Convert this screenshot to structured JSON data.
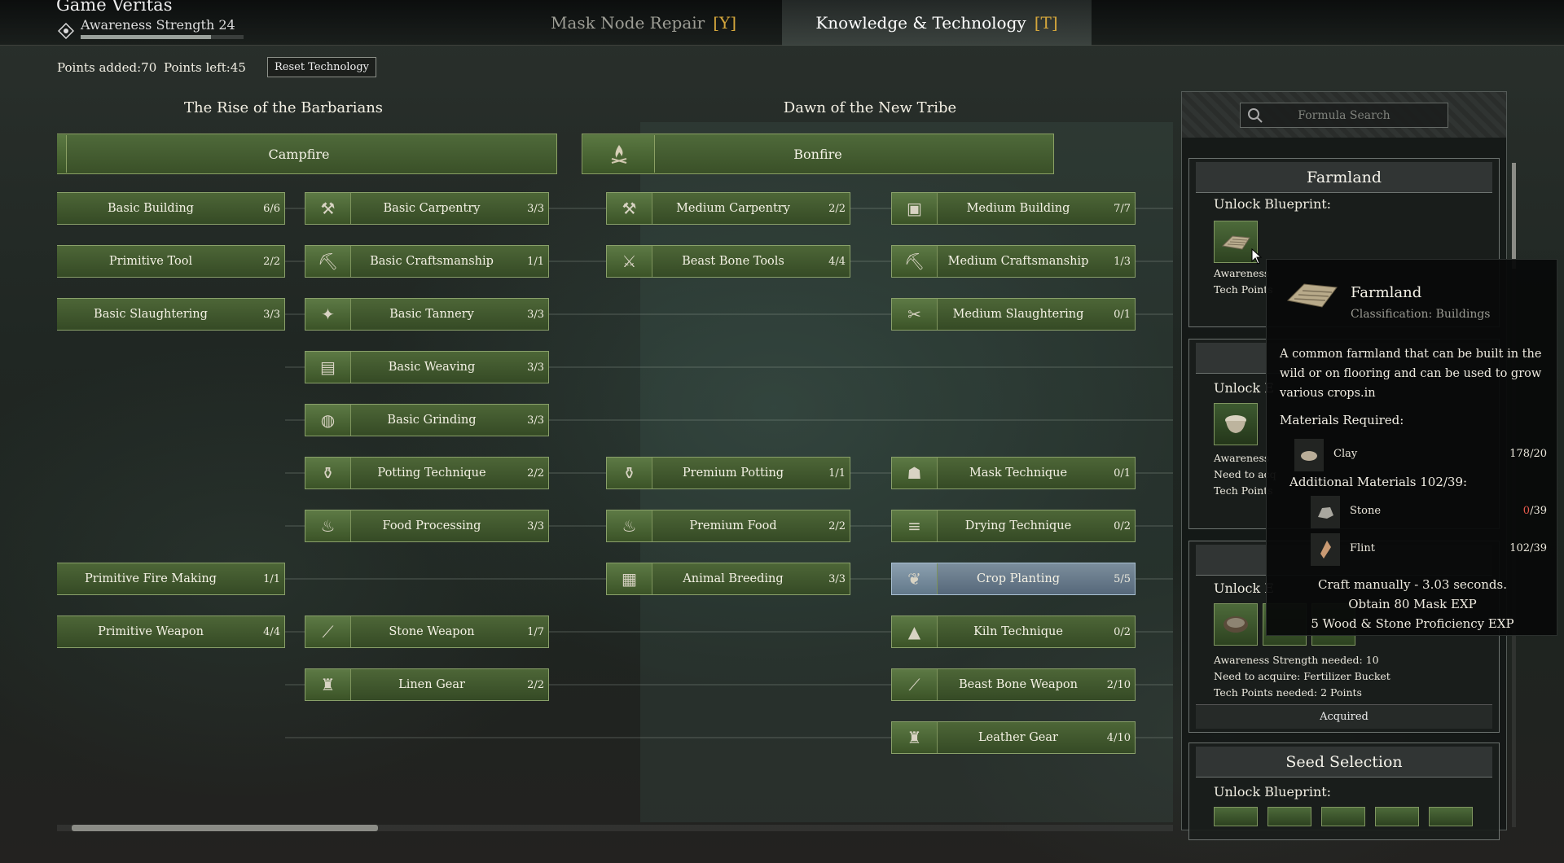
{
  "app": {
    "title": "Game Veritas",
    "awareness_label": "Awareness Strength 24",
    "awareness_progress": 0.8
  },
  "tabs": [
    {
      "label": "Mask Node Repair",
      "key": "[Y]",
      "active": false
    },
    {
      "label": "Knowledge & Technology",
      "key": "[T]",
      "active": true
    }
  ],
  "points": {
    "added": "Points added:70",
    "left": "Points left:45",
    "reset_label": "Reset Technology"
  },
  "eras": [
    "The Rise of the Barbarians",
    "Dawn of the New Tribe"
  ],
  "headers": [
    {
      "label": "Campfire",
      "icon": ""
    },
    {
      "label": "Bonfire",
      "icon": "bonfire-icon"
    }
  ],
  "nodes": [
    {
      "label": "Basic Building",
      "count": "6/6",
      "icon": ""
    },
    {
      "label": "Primitive Tool",
      "count": "2/2",
      "icon": ""
    },
    {
      "label": "Basic Slaughtering",
      "count": "3/3",
      "icon": ""
    },
    {
      "label": "Primitive Fire Making",
      "count": "1/1",
      "icon": ""
    },
    {
      "label": "Primitive Weapon",
      "count": "4/4",
      "icon": ""
    },
    {
      "label": "Basic Carpentry",
      "count": "3/3",
      "icon": "carpentry-icon"
    },
    {
      "label": "Basic Craftsmanship",
      "count": "1/1",
      "icon": "craft-icon"
    },
    {
      "label": "Basic Tannery",
      "count": "3/3",
      "icon": "tannery-icon"
    },
    {
      "label": "Basic Weaving",
      "count": "3/3",
      "icon": "weaving-icon"
    },
    {
      "label": "Basic Grinding",
      "count": "3/3",
      "icon": "grinding-icon"
    },
    {
      "label": "Potting Technique",
      "count": "2/2",
      "icon": "pot-icon"
    },
    {
      "label": "Food Processing",
      "count": "3/3",
      "icon": "food-icon"
    },
    {
      "label": "Stone Weapon",
      "count": "1/7",
      "icon": "spear-icon"
    },
    {
      "label": "Linen Gear",
      "count": "2/2",
      "icon": "gear-icon"
    },
    {
      "label": "Medium Carpentry",
      "count": "2/2",
      "icon": "carpentry-icon"
    },
    {
      "label": "Beast Bone Tools",
      "count": "4/4",
      "icon": "axe-icon"
    },
    {
      "label": "Premium Potting",
      "count": "1/1",
      "icon": "pot-icon"
    },
    {
      "label": "Premium Food",
      "count": "2/2",
      "icon": "food-icon"
    },
    {
      "label": "Animal Breeding",
      "count": "3/3",
      "icon": "pen-icon"
    },
    {
      "label": "Medium Building",
      "count": "7/7",
      "icon": "building-icon"
    },
    {
      "label": "Medium Craftsmanship",
      "count": "1/3",
      "icon": "craft-icon"
    },
    {
      "label": "Medium Slaughtering",
      "count": "0/1",
      "icon": "slaughter-icon"
    },
    {
      "label": "Mask Technique",
      "count": "0/1",
      "icon": "mask-icon"
    },
    {
      "label": "Drying Technique",
      "count": "0/2",
      "icon": "rack-icon"
    },
    {
      "label": "Crop Planting",
      "count": "5/5",
      "icon": "seed-icon",
      "selected": true
    },
    {
      "label": "Kiln Technique",
      "count": "0/2",
      "icon": "kiln-icon"
    },
    {
      "label": "Beast Bone Weapon",
      "count": "2/10",
      "icon": "spear-icon"
    },
    {
      "label": "Leather Gear",
      "count": "4/10",
      "icon": "gear-icon"
    }
  ],
  "search": {
    "placeholder": "Formula Search"
  },
  "cards": {
    "farmland": {
      "title": "Farmland",
      "unlock": "Unlock Blueprint:",
      "line1": "Awareness",
      "line2": "Tech Points"
    },
    "card2": {
      "unlock": "Unlock E",
      "line1": "Awareness",
      "line2": "Need to acq",
      "line3": "Tech Points"
    },
    "card3": {
      "unlock": "Unlock E",
      "line1": "Awareness Strength needed: 10",
      "line2": "Need to acquire: Fertilizer Bucket",
      "line3": "Tech Points needed: 2 Points",
      "status": "Acquired"
    },
    "seed": {
      "title": "Seed Selection",
      "unlock": "Unlock Blueprint:"
    }
  },
  "tooltip": {
    "name": "Farmland",
    "classification": "Classification: Buildings",
    "description": "A common farmland that can be built in the wild or on flooring and can be used to grow various crops.in",
    "materials_label": "Materials Required:",
    "materials": [
      {
        "name": "Clay",
        "count": "178/20",
        "icon": "clay-icon"
      }
    ],
    "additional_label": "Additional Materials 102/39:",
    "additional": [
      {
        "name": "Stone",
        "have": "0",
        "need": "/39",
        "icon": "stone-icon"
      },
      {
        "name": "Flint",
        "count": "102/39",
        "icon": "flint-icon"
      }
    ],
    "craft": "Craft manually - 3.03 seconds.",
    "exp": "Obtain 80 Mask EXP",
    "prof": "5 Wood & Stone Proficiency EXP"
  },
  "colors": {
    "node": "#4d6637",
    "selected": "#7b8e9c",
    "accent_key": "#d4a63c",
    "warn": "#e65a4c"
  }
}
